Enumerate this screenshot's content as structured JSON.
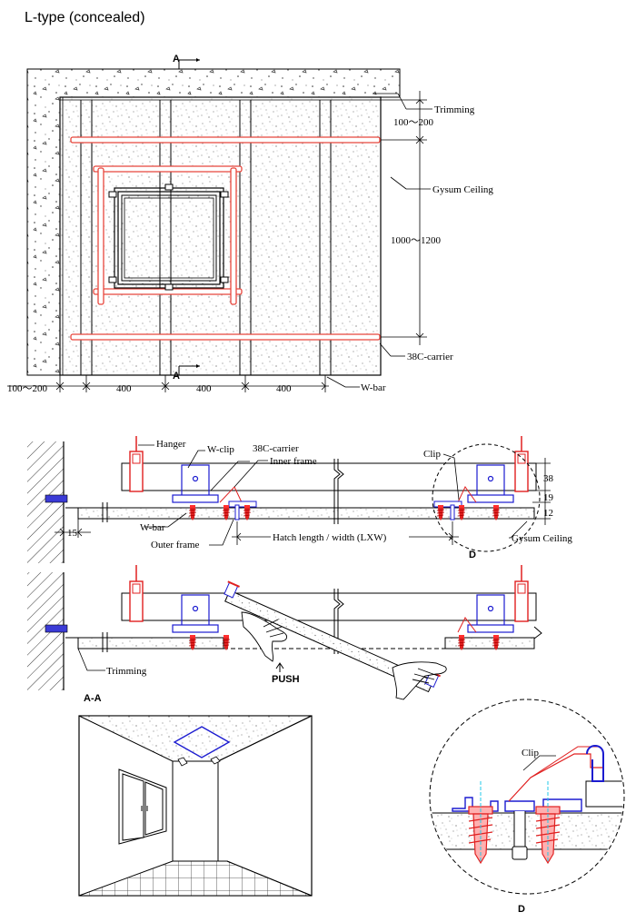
{
  "title": "L-type (concealed)",
  "plan": {
    "section_marker": "A",
    "labels": {
      "trimming": "Trimming",
      "gypsum_ceiling": "Gysum Ceiling",
      "carrier": "38C-carrier",
      "wbar": "W-bar"
    },
    "dims": {
      "edge_top": "100～200",
      "carrier_spacing": "1000～1200",
      "edge_left": "100～200",
      "bar_spacing": [
        "400",
        "400",
        "400"
      ]
    }
  },
  "section": {
    "title": "A-A",
    "labels": {
      "hanger": "Hanger",
      "wclip": "W-clip",
      "carrier": "38C-carrier",
      "inner_frame": "Inner frame",
      "clip": "Clip",
      "wbar": "W-bar",
      "outer_frame": "Outer frame",
      "hatch_size": "Hatch length / width (LXW)",
      "gypsum_ceiling": "Gysum Ceiling",
      "detail_ref": "D",
      "trimming": "Trimming",
      "push": "PUSH"
    },
    "dims": {
      "wall_gap": "15",
      "h1": "38",
      "h2": "19",
      "h3": "12"
    }
  },
  "detail": {
    "label": "D",
    "clip": "Clip"
  },
  "colors": {
    "line": "#000000",
    "carrier": "#e8463c",
    "frame": "#1b1bd0",
    "screw": "#e02020",
    "accent": "#22c8e8"
  }
}
